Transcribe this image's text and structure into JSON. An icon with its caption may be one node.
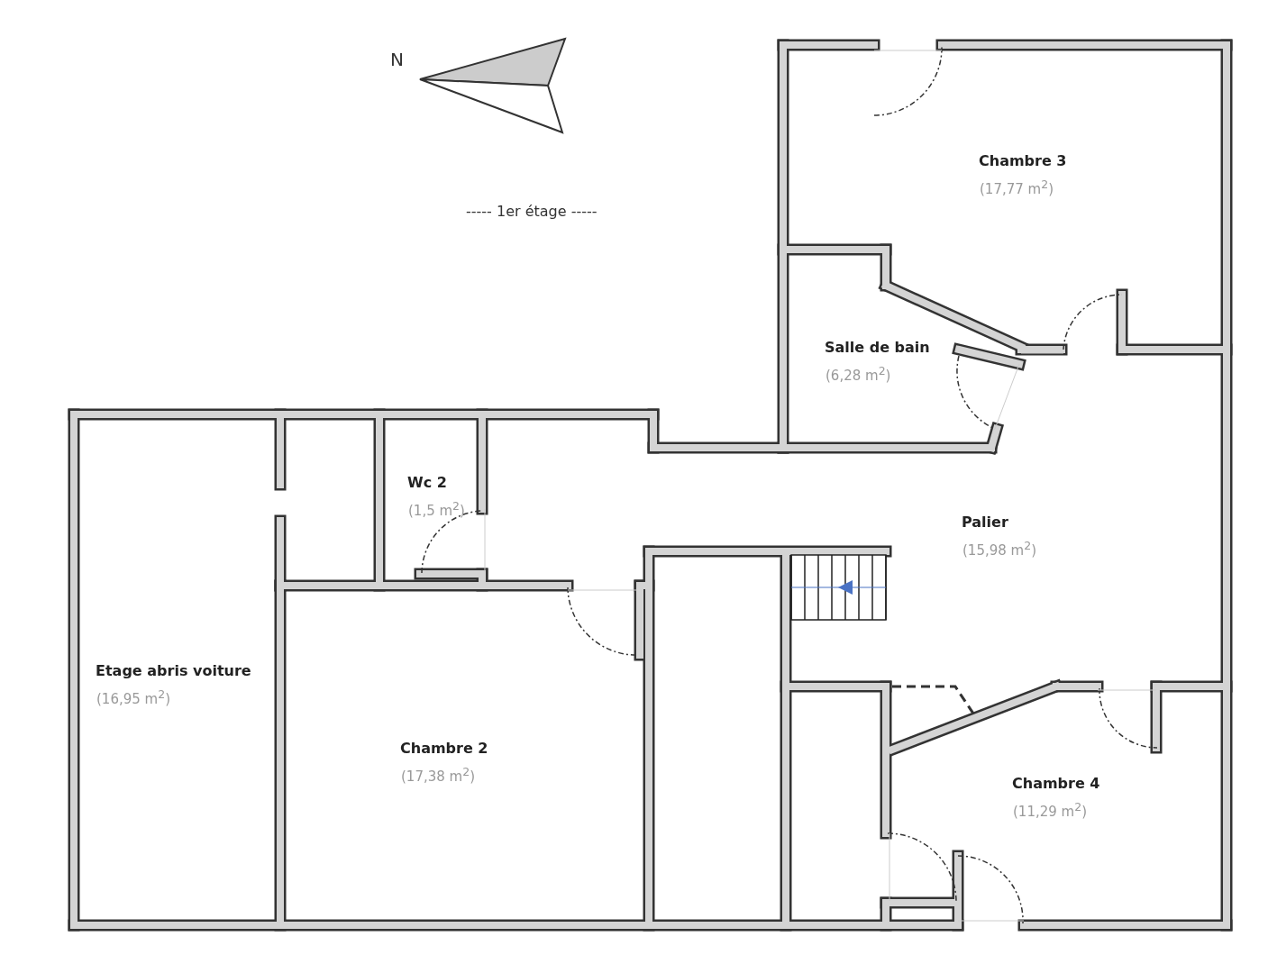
{
  "diagram": {
    "labels": [
      "N",
      "----- 1er étage -----",
      "Chambre 3",
      "(17,77 m$^{2}$)",
      "Salle de bain",
      "(6,28 m$^{2}$)",
      "Wc 2",
      "(1,5 m$^{2}$)",
      "Palier",
      "(15,98 m$^{2}$)",
      "Etage abris voiture",
      "(16,95 m$^{2}$)",
      "Chambre 2",
      "(17,38 m$^{2}$)",
      "Chambre 4",
      "(11,29 m$^{2}$)"
    ]
  }
}
